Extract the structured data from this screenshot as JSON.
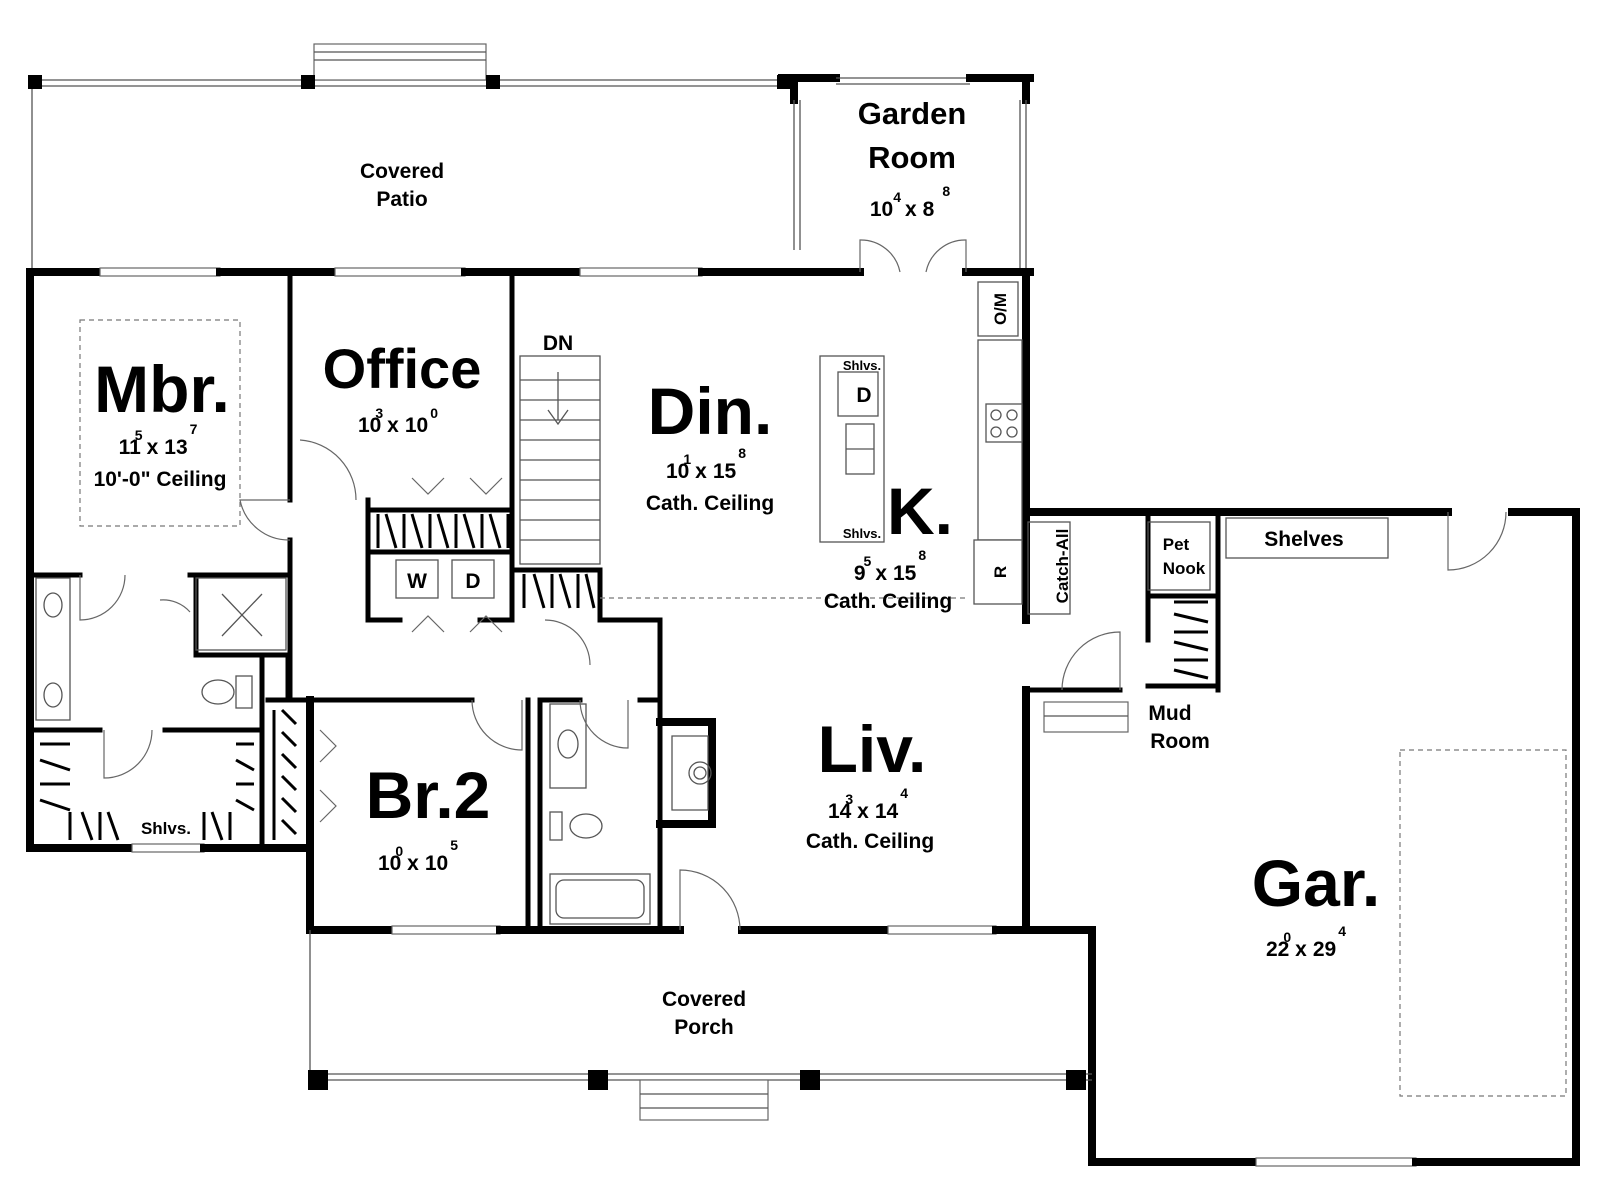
{
  "rooms": {
    "covered_patio": {
      "line1": "Covered",
      "line2": "Patio"
    },
    "garden_room": {
      "line1": "Garden",
      "line2": "Room",
      "w_ft": "10",
      "w_in": "4",
      "x": "x",
      "d_ft": "8",
      "d_in": "8"
    },
    "mbr": {
      "name": "Mbr.",
      "w_ft": "11",
      "w_in": "5",
      "x": "x",
      "d_ft": "13",
      "d_in": "7",
      "ceiling": "10'-0\" Ceiling"
    },
    "office": {
      "name": "Office",
      "w_ft": "10",
      "w_in": "3",
      "x": "x",
      "d_ft": "10",
      "d_in": "0"
    },
    "din": {
      "name": "Din.",
      "w_ft": "10",
      "w_in": "1",
      "x": "x",
      "d_ft": "15",
      "d_in": "8",
      "ceiling": "Cath. Ceiling"
    },
    "k": {
      "name": "K.",
      "w_ft": "9",
      "w_in": "5",
      "x": "x",
      "d_ft": "15",
      "d_in": "8",
      "ceiling": "Cath. Ceiling"
    },
    "br2": {
      "name": "Br.2",
      "w_ft": "10",
      "w_in": "0",
      "x": "x",
      "d_ft": "10",
      "d_in": "5"
    },
    "liv": {
      "name": "Liv.",
      "w_ft": "14",
      "w_in": "3",
      "x": "x",
      "d_ft": "14",
      "d_in": "4",
      "ceiling": "Cath. Ceiling"
    },
    "gar": {
      "name": "Gar.",
      "w_ft": "22",
      "w_in": "0",
      "x": "x",
      "d_ft": "29",
      "d_in": "4"
    },
    "covered_porch": {
      "line1": "Covered",
      "line2": "Porch"
    },
    "mud_room": {
      "line1": "Mud",
      "line2": "Room"
    },
    "pet_nook": {
      "line1": "Pet",
      "line2": "Nook"
    }
  },
  "labels": {
    "stairs": "DN",
    "shelves_kitchen_top": "Shlvs.",
    "shelves_kitchen_bottom": "Shlvs.",
    "dishwasher": "D",
    "oven_micro": "O/M",
    "refrigerator": "R",
    "washer": "W",
    "dryer": "D",
    "shelves_garage": "Shelves",
    "catch_all": "Catch-All",
    "shelves_closet": "Shlvs."
  }
}
